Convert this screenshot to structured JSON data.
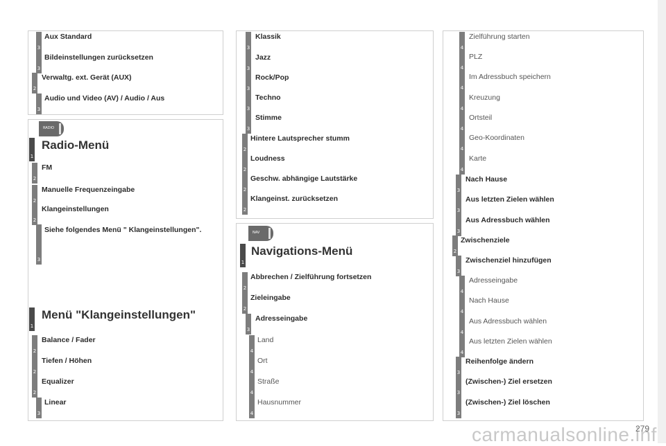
{
  "panel1": {
    "rows": [
      {
        "level": "3",
        "text": "Aux Standard"
      },
      {
        "level": "3",
        "text": "Bildeinstellungen zurücksetzen"
      },
      {
        "level": "2",
        "text": "Verwaltg. ext. Gerät (AUX)"
      },
      {
        "level": "3",
        "text": "Audio und Video (AV) / Audio / Aus"
      }
    ]
  },
  "panel2": {
    "tab_label": "RADIO",
    "title_level": "1",
    "title": "Radio-Menü",
    "rows": [
      {
        "level": "2",
        "text": "FM"
      },
      {
        "level": "2",
        "text": "Manuelle Frequenzeingabe"
      },
      {
        "level": "2",
        "text": "Klangeinstellungen"
      },
      {
        "level": "3",
        "text": "Siehe folgendes Menü \" Klangeinstellungen\"."
      }
    ],
    "title2_level": "1",
    "title2": "Menü \"Klangeinstellungen\"",
    "rows2": [
      {
        "level": "2",
        "text": "Balance / Fader"
      },
      {
        "level": "2",
        "text": "Tiefen / Höhen"
      },
      {
        "level": "2",
        "text": "Equalizer"
      },
      {
        "level": "3",
        "text": "Linear"
      }
    ]
  },
  "panel3": {
    "rows": [
      {
        "level": "3",
        "text": "Klassik"
      },
      {
        "level": "3",
        "text": "Jazz"
      },
      {
        "level": "3",
        "text": "Rock/Pop"
      },
      {
        "level": "3",
        "text": "Techno"
      },
      {
        "level": "3",
        "text": "Stimme"
      },
      {
        "level": "2",
        "text": "Hintere Lautsprecher stumm"
      },
      {
        "level": "2",
        "text": "Loudness"
      },
      {
        "level": "2",
        "text": "Geschw. abhängige Lautstärke"
      },
      {
        "level": "2",
        "text": "Klangeinst. zurücksetzen"
      }
    ]
  },
  "panel4": {
    "tab_label": "NAV",
    "title_level": "1",
    "title": "Navigations-Menü",
    "rows": [
      {
        "level": "2",
        "text": "Abbrechen / Zielführung fortsetzen"
      },
      {
        "level": "2",
        "text": "Zieleingabe"
      },
      {
        "level": "3",
        "text": "Adresseingabe"
      },
      {
        "level": "4",
        "text": "Land"
      },
      {
        "level": "4",
        "text": "Ort"
      },
      {
        "level": "4",
        "text": "Straße"
      },
      {
        "level": "4",
        "text": "Hausnummer"
      }
    ]
  },
  "panel5": {
    "rows": [
      {
        "level": "4",
        "text": "Zielführung starten"
      },
      {
        "level": "4",
        "text": "PLZ"
      },
      {
        "level": "4",
        "text": "Im Adressbuch speichern"
      },
      {
        "level": "4",
        "text": "Kreuzung"
      },
      {
        "level": "4",
        "text": "Ortsteil"
      },
      {
        "level": "4",
        "text": "Geo-Koordinaten"
      },
      {
        "level": "4",
        "text": "Karte"
      },
      {
        "level": "3",
        "text": "Nach Hause"
      },
      {
        "level": "3",
        "text": "Aus letzten Zielen wählen"
      },
      {
        "level": "3",
        "text": "Aus Adressbuch wählen"
      },
      {
        "level": "2",
        "text": "Zwischenziele"
      },
      {
        "level": "3",
        "text": "Zwischenziel hinzufügen"
      },
      {
        "level": "4",
        "text": "Adresseingabe"
      },
      {
        "level": "4",
        "text": "Nach Hause"
      },
      {
        "level": "4",
        "text": "Aus Adressbuch wählen"
      },
      {
        "level": "4",
        "text": "Aus letzten Zielen wählen"
      },
      {
        "level": "3",
        "text": "Reihenfolge ändern"
      },
      {
        "level": "3",
        "text": "(Zwischen-) Ziel ersetzen"
      },
      {
        "level": "3",
        "text": "(Zwischen-) Ziel löschen"
      }
    ]
  },
  "footer": {
    "page_number": "279",
    "watermark": "carmanualsonline.info"
  }
}
